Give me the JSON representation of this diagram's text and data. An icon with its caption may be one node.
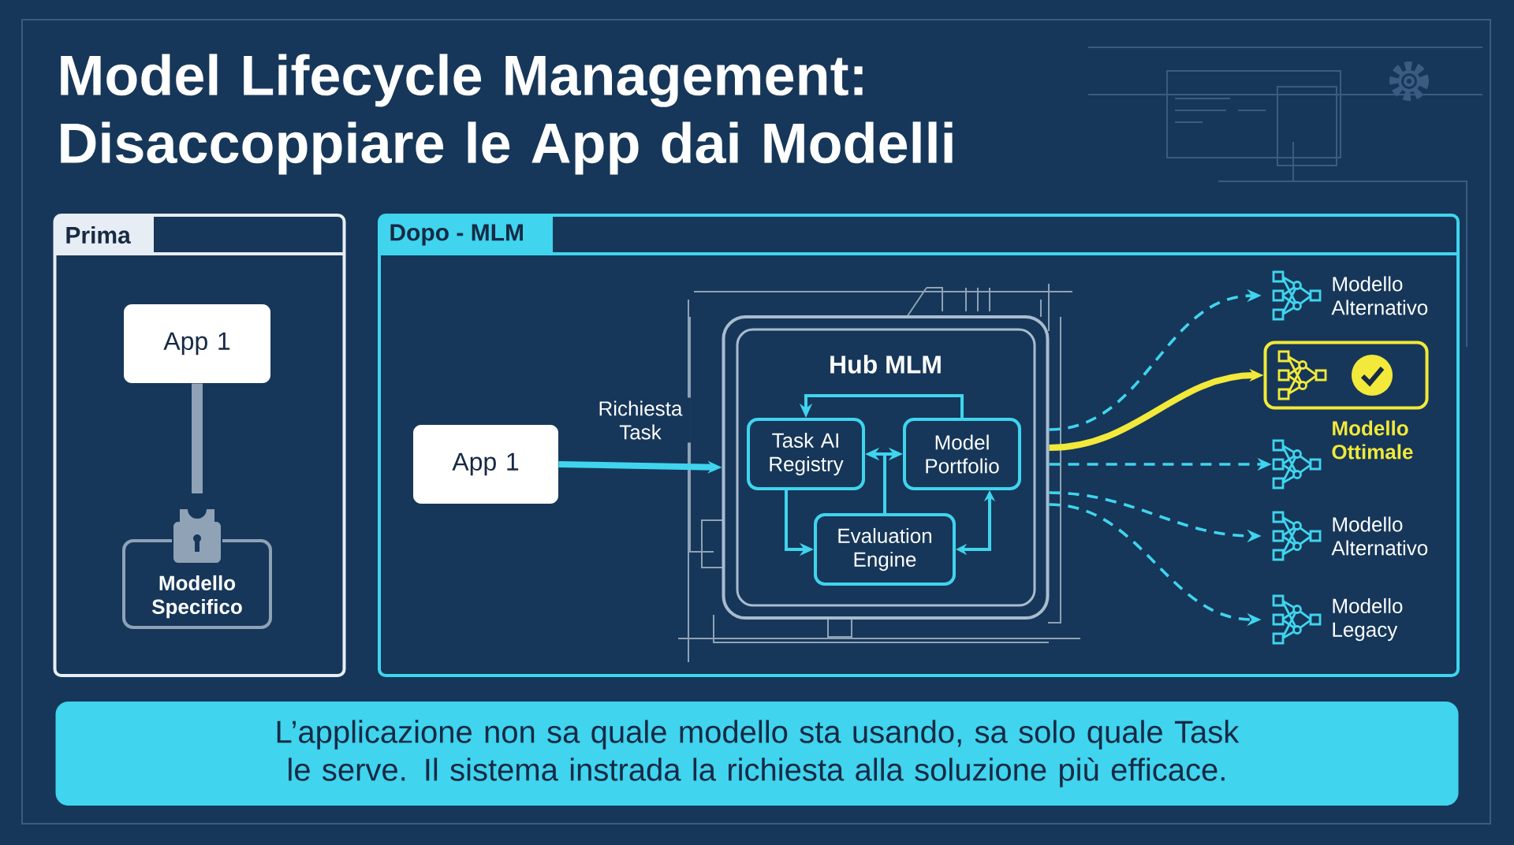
{
  "diagram": {
    "title": "Model Lifecycle Management: Disaccoppiare le App dai Modelli",
    "nodes": [
      {
        "text": [
          "Prima"
        ]
      },
      {
        "text": [
          "App 1"
        ],
        "in": 0
      },
      {
        "text": [
          "Modello Specifico"
        ],
        "in": 0
      },
      {
        "text": [
          "Dopo - MLM"
        ]
      },
      {
        "text": [
          "App 1"
        ],
        "in": 3
      },
      {
        "text": [
          "Hub MLM"
        ],
        "in": 3
      },
      {
        "text": [
          "Task AI Registry"
        ],
        "in": 5
      },
      {
        "text": [
          "Model Portfolio"
        ],
        "in": 5
      },
      {
        "text": [
          "Evaluation Engine"
        ],
        "in": 5
      },
      {
        "text": [
          "Modello Alternativo"
        ],
        "in": 3
      },
      {
        "text": [
          "Modello Ottimale"
        ],
        "in": 3
      },
      {
        "text": [],
        "shape": "network",
        "in": 3
      },
      {
        "text": [
          "Modello Alternativo"
        ],
        "in": 3
      },
      {
        "text": [
          "Modello Legacy"
        ],
        "in": 3
      },
      {
        "text": [
          "L’applicazione non sa quale modello sta usando, sa solo quale Task le serve. Il sistema instrada la richiesta alla soluzione più efficace."
        ]
      }
    ],
    "edges": [
      {
        "from": 1,
        "to": 2,
        "arrow": "none",
        "style": "thick",
        "color": "#8fa2b6"
      },
      {
        "from": 4,
        "to": 5,
        "arrow": "to",
        "label": "Richiesta Task",
        "style": "thick"
      },
      {
        "from": 7,
        "to": 6,
        "arrow": "to"
      },
      {
        "from": 8,
        "to": 6,
        "arrow": "to"
      },
      {
        "from": 8,
        "to": 7,
        "arrow": "to"
      },
      {
        "from": 6,
        "to": 8,
        "arrow": "to"
      },
      {
        "from": 8,
        "to": 7,
        "arrow": "both"
      },
      {
        "from": 5,
        "to": 9,
        "arrow": "to",
        "style": "dashed"
      },
      {
        "from": 5,
        "to": 10,
        "arrow": "to",
        "style": "thick",
        "color": "#f2e93a"
      },
      {
        "from": 5,
        "to": 11,
        "arrow": "to",
        "style": "dashed"
      },
      {
        "from": 5,
        "to": 12,
        "arrow": "to",
        "style": "dashed"
      },
      {
        "from": 5,
        "to": 13,
        "arrow": "to",
        "style": "dashed"
      }
    ]
  }
}
